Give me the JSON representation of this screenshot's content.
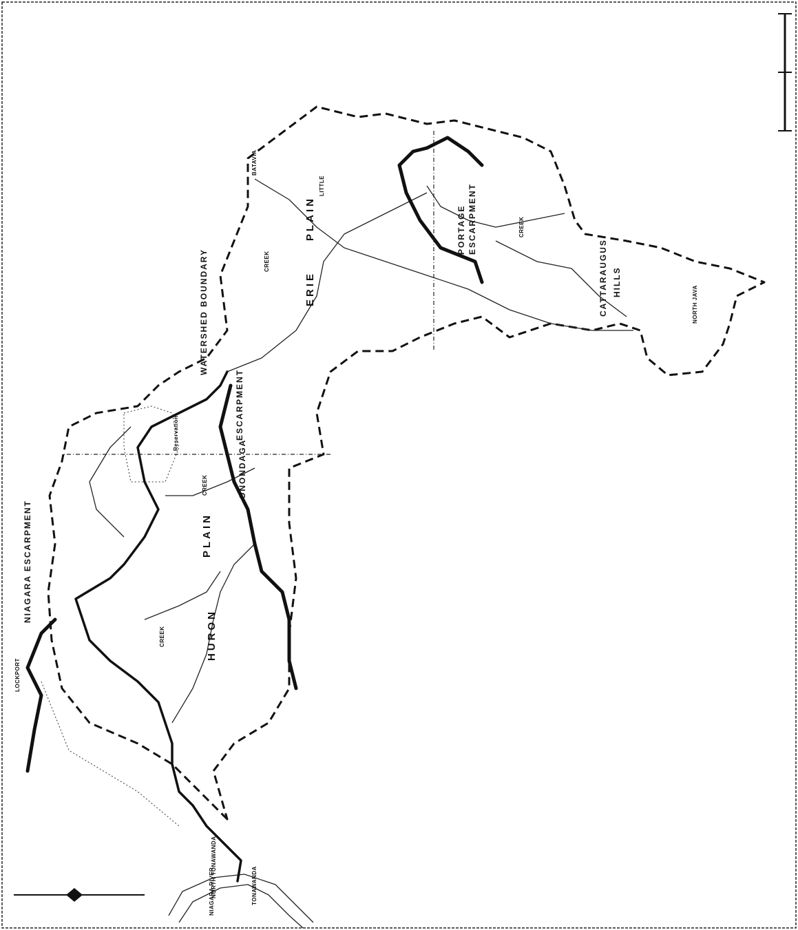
{
  "map": {
    "regions": {
      "niagara_escarpment": "NIAGARA ESCARPMENT",
      "huron": "HURON",
      "plain_huron": "PLAIN",
      "onondaga": "ONONDAGA",
      "escarpment_onondaga": "ESCARPMENT",
      "erie": "ERIE",
      "plain_erie": "PLAIN",
      "watershed_boundary": "WATERSHED BOUNDARY",
      "portage": "PORTAGE",
      "escarpment_portage": "ESCARPMENT",
      "cattaraugus": "CATTARAUGUS",
      "hills": "HILLS"
    },
    "places": {
      "lockport": "LOCKPORT",
      "north_tonawanda": "NORTH TONAWANDA",
      "tonawanda": "TONAWANDA",
      "niagara_river": "NIAGARA RIVER",
      "reservation": "Reservation",
      "north_java": "NORTH JAVA",
      "batavia": "BATAVIA"
    },
    "streams": {
      "creek1": "CREEK",
      "creek2": "CREEK",
      "creek3": "CREEK",
      "creek4": "CREEK",
      "little": "LITTLE"
    }
  }
}
